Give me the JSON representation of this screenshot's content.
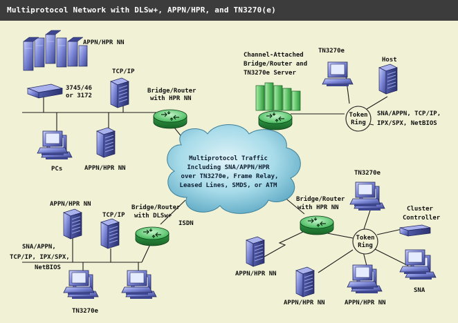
{
  "title": "Multiprotocol Network with DLSw+, APPN/HPR, and TN3270(e)",
  "labels": {
    "appn_top": "APPN/HPR NN",
    "fep": [
      "3745/46",
      "or 3172"
    ],
    "tcpip_top": "TCP/IP",
    "bridge_hpr_left": [
      "Bridge/Router",
      "with HPR NN"
    ],
    "pcs": "PCs",
    "appn_mid": "APPN/HPR NN",
    "channel_attached": [
      "Channel-Attached",
      "Bridge/Router and",
      "TN3270e Server"
    ],
    "tn3270e_top": "TN3270e",
    "host": "Host",
    "token_ring_1": [
      "Token",
      "Ring"
    ],
    "sna_protocols_right": [
      "SNA/APPN, TCP/IP,",
      "IPX/SPX, NetBIOS"
    ],
    "cloud": [
      "Multiprotocol Traffic",
      "Including SNA/APPN/HPR",
      "over TN3270e, Frame Relay,",
      "Leased Lines, SMDS, or ATM"
    ],
    "appn_left_bottom": "APPN/HPR NN",
    "tcpip_left": "TCP/IP",
    "bridge_dlsw": [
      "Bridge/Router",
      "with DLSw+"
    ],
    "isdn": "ISDN",
    "sna_protocols_left": [
      "SNA/APPN,",
      "TCP/IP, IPX/SPX,",
      "NetBIOS"
    ],
    "tn3270e_bottom_left": "TN3270e",
    "tn3270e_right": "TN3270e",
    "bridge_hpr_right": [
      "Bridge/Router",
      "with HPR NN"
    ],
    "cluster_controller": [
      "Cluster",
      "Controller"
    ],
    "token_ring_2": [
      "Token",
      "Ring"
    ],
    "appn_bottom_center": "APPN/HPR NN",
    "appn_bottom_right1": "APPN/HPR NN",
    "appn_bottom_right2": "APPN/HPR NN",
    "sna": "SNA"
  },
  "colors": {
    "background": "#f1f1d6",
    "title_bar": "#3c3c3c",
    "cloud": "#8fd0e3",
    "router": "#3fbf57",
    "device": "#6e7ad0",
    "screen": "#d4dcff",
    "line": "#1a1a1a"
  }
}
